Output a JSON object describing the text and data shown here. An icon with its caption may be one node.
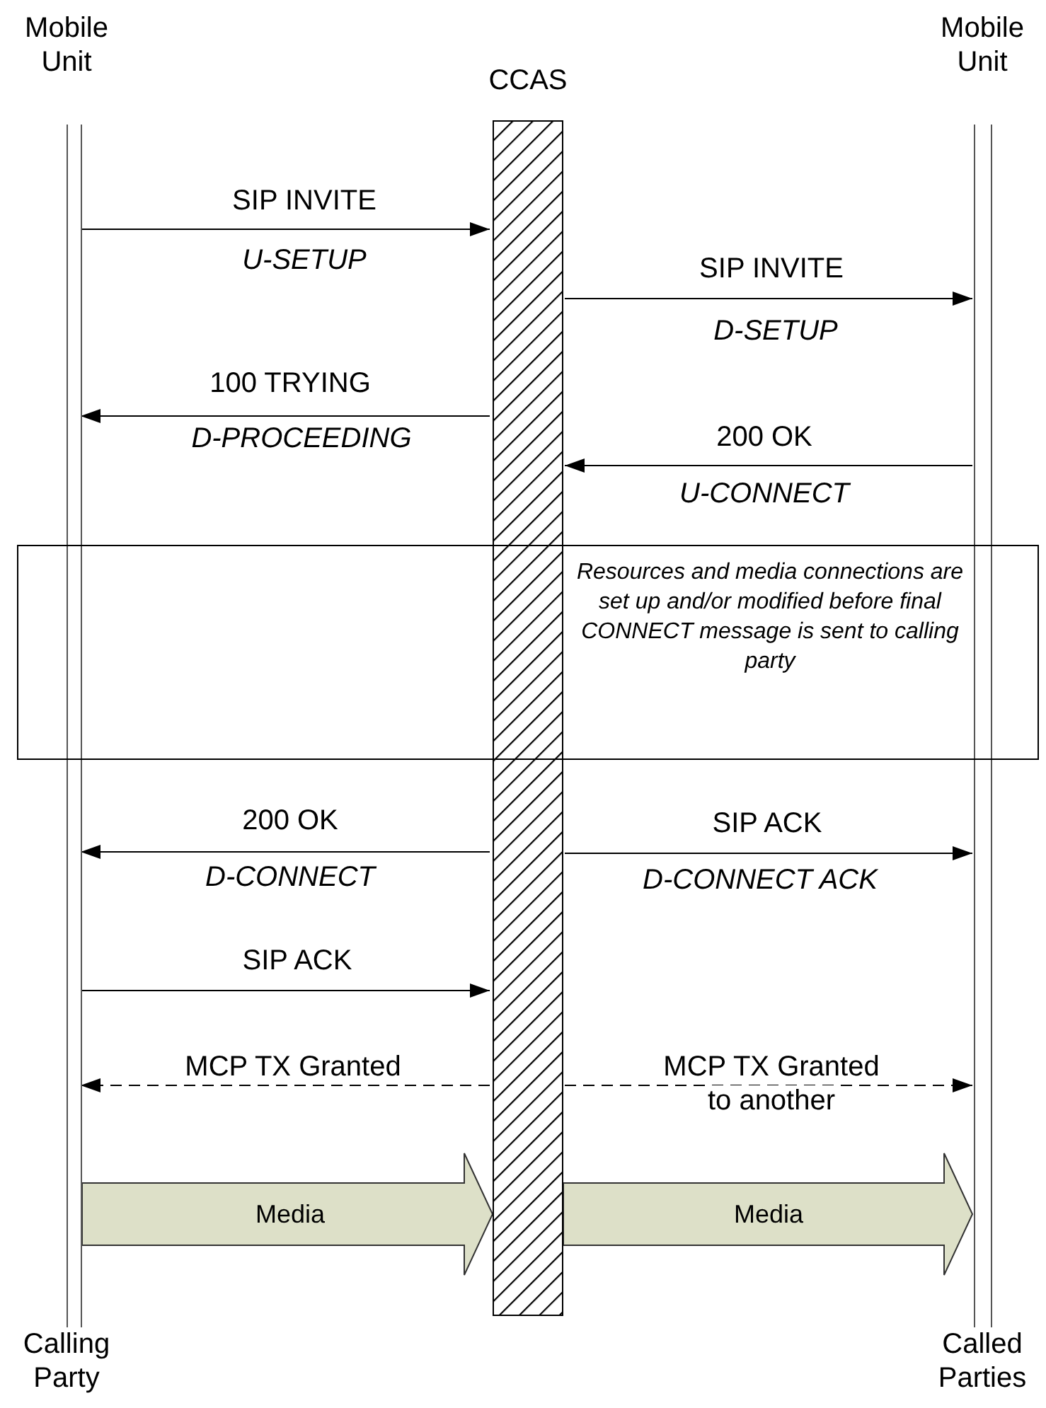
{
  "diagram": {
    "nodes": [
      {
        "text": [
          "Mobile Unit"
        ],
        "beside": [
          "Calling Party"
        ]
      },
      {
        "text": [
          "CCAS"
        ]
      },
      {
        "text": [
          "Mobile Unit"
        ],
        "beside": [
          "Called Parties"
        ]
      },
      {
        "text": [
          "Resources and media connections are set up and/or modified before final CONNECT message is sent to calling party"
        ]
      }
    ],
    "edges": [
      {
        "from": 0,
        "to": 1,
        "arrow": "to",
        "label": "SIP INVITE"
      },
      {
        "from": 1,
        "to": 2,
        "arrow": "to",
        "label": "SIP INVITE"
      },
      {
        "from": 1,
        "to": 0,
        "arrow": "to",
        "label": "100 TRYING"
      },
      {
        "from": 2,
        "to": 1,
        "arrow": "to",
        "label": "200 OK"
      },
      {
        "from": 1,
        "to": 0,
        "arrow": "to",
        "label": "200 OK"
      },
      {
        "from": 1,
        "to": 2,
        "arrow": "to",
        "label": "SIP ACK"
      },
      {
        "from": 0,
        "to": 1,
        "arrow": "to",
        "label": "SIP ACK"
      },
      {
        "from": 1,
        "to": 0,
        "arrow": "to",
        "label": "MCP TX Granted",
        "style": "dashed"
      },
      {
        "from": 1,
        "to": 2,
        "arrow": "to",
        "label": "MCP TX Granted to another",
        "style": "dashed"
      },
      {
        "from": 0,
        "to": 1,
        "arrow": "to",
        "label": "Media",
        "style": "thick"
      },
      {
        "from": 1,
        "to": 2,
        "arrow": "to",
        "label": "Media",
        "style": "thick"
      }
    ],
    "labels": [
      "U-SETUP",
      "D-SETUP",
      "D-PROCEEDING",
      "U-CONNECT",
      "D-CONNECT",
      "D-CONNECT ACK"
    ]
  }
}
